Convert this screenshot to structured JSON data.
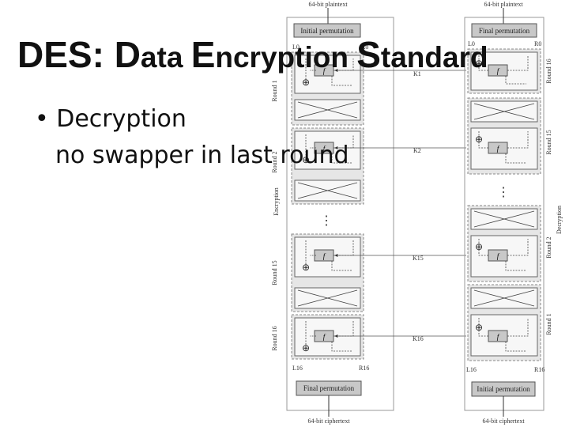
{
  "title": {
    "prefix": "DES: ",
    "w1_cap": "D",
    "w1_rest": "ata ",
    "w2_cap": "E",
    "w2_rest": "ncryption ",
    "w3_cap": "S",
    "w3_rest": "tandard"
  },
  "bullets": {
    "marker": "•",
    "item": "Decryption",
    "sub": "no swapper in last round"
  },
  "diagram": {
    "left": {
      "input": "64-bit plaintext",
      "top_box": "Initial permutation",
      "bottom_box": "Final permutation",
      "output": "64-bit ciphertext",
      "side_label": "Encryption",
      "rounds": [
        "Round 1",
        "Round 2",
        "Round 15",
        "Round 16"
      ],
      "lr_top": [
        "L0",
        "R0"
      ],
      "lr_bottom": [
        "L16",
        "R16"
      ]
    },
    "right": {
      "input": "64-bit plaintext",
      "top_box": "Final permutation",
      "bottom_box": "Initial permutation",
      "output": "64-bit ciphertext",
      "side_label": "Decryption",
      "rounds": [
        "Round 16",
        "Round 15",
        "Round 2",
        "Round 1"
      ],
      "lr_top": [
        "L0",
        "R0"
      ],
      "lr_bottom": [
        "L16",
        "R16"
      ]
    },
    "keys": [
      "K1",
      "K2",
      "K15",
      "K16"
    ],
    "f_label": "f",
    "xor_symbol": "⊕",
    "dots": "⋮"
  }
}
